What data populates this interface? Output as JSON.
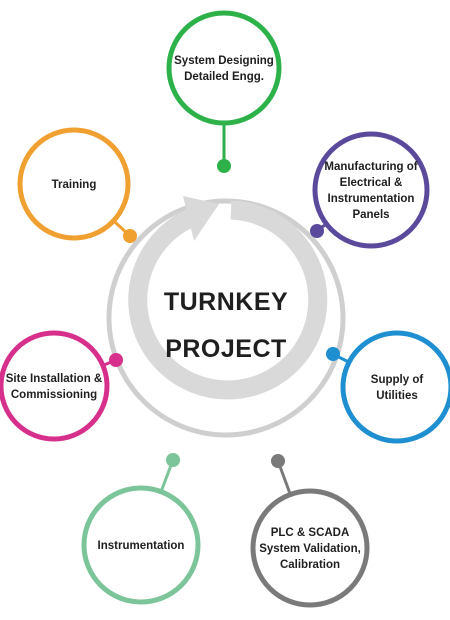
{
  "center": {
    "lines": [
      "TURNKEY",
      "PROJECT"
    ]
  },
  "ring_color": "#cfcfcf",
  "arrow_color": "#d9d9d9",
  "nodes": [
    {
      "id": "system-designing",
      "lines": [
        "System Designing",
        "Detailed Engg."
      ],
      "color": "#2db24a"
    },
    {
      "id": "manufacturing",
      "lines": [
        "Manufacturing of",
        "Electrical &",
        "Instrumentation",
        "Panels"
      ],
      "color": "#5b4a9c"
    },
    {
      "id": "supply-utilities",
      "lines": [
        "Supply of",
        "Utilities"
      ],
      "color": "#1e8fd0"
    },
    {
      "id": "plc-scada",
      "lines": [
        "PLC & SCADA",
        "System Validation,",
        "Calibration"
      ],
      "color": "#7a7a7a"
    },
    {
      "id": "instrumentation",
      "lines": [
        "Instrumentation"
      ],
      "color": "#7cc49a"
    },
    {
      "id": "site-installation",
      "lines": [
        "Site Installation &",
        "Commissioning"
      ],
      "color": "#d6308c"
    },
    {
      "id": "training",
      "lines": [
        "Training"
      ],
      "color": "#f0a030"
    }
  ]
}
